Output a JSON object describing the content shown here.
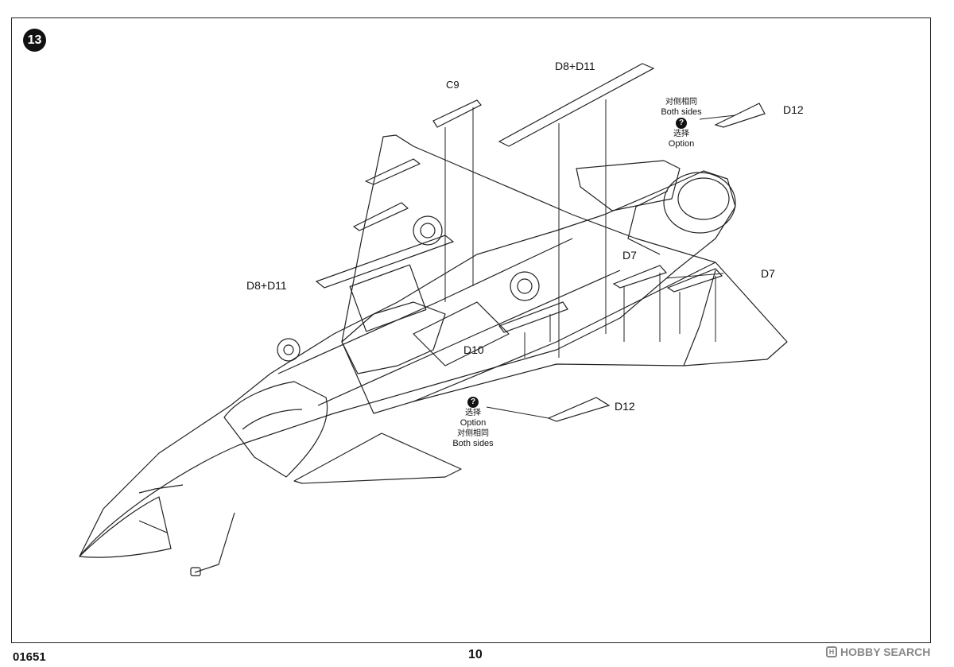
{
  "step": {
    "number": "13"
  },
  "parts": {
    "c9": "C9",
    "d8_d11_top": "D8+D11",
    "d8_d11_left": "D8+D11",
    "d12_top": "D12",
    "d12_bottom": "D12",
    "d7_a": "D7",
    "d7_b": "D7",
    "d10": "D10"
  },
  "notes": {
    "top": {
      "both_cn": "对侧相同",
      "both_en": "Both sides",
      "option_cn": "选择",
      "option_en": "Option",
      "qmark": "?"
    },
    "bottom": {
      "option_cn": "选择",
      "option_en": "Option",
      "both_cn": "对侧相同",
      "both_en": "Both sides",
      "qmark": "?"
    }
  },
  "footer": {
    "code": "01651",
    "page": "10"
  },
  "watermark": {
    "text": "HOBBY SEARCH",
    "icon": "H"
  }
}
